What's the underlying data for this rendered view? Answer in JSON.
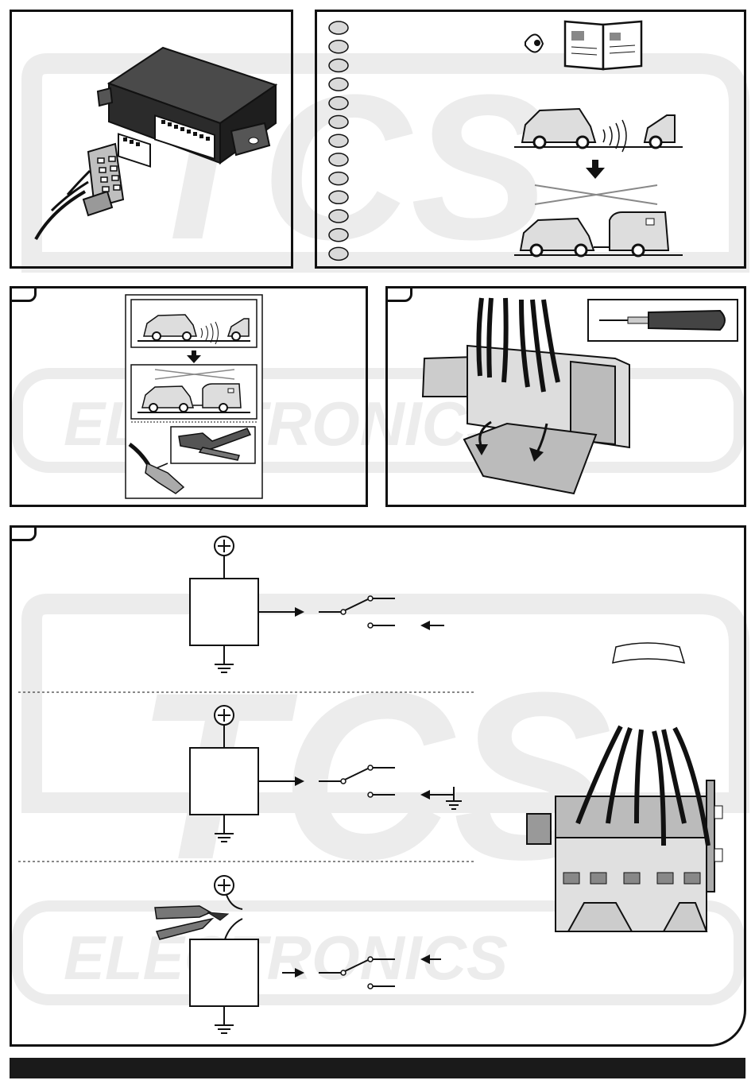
{
  "watermark": {
    "logo": "TCS",
    "brand_text": "ELECTRONICS"
  },
  "colors": {
    "ink": "#111111",
    "watermark_gray": "#ececec",
    "oval_fill": "#d9d9d9",
    "device_dark": "#2b2b2b",
    "connector_gray": "#bfbfbf"
  },
  "panel_top_left": {
    "icons": [
      "control-module",
      "wiring-connector"
    ]
  },
  "panel_top_right": {
    "oval_count": 13,
    "icons": [
      "eye-icon",
      "manual-book-icon",
      "car-parking-sensor-icon",
      "down-arrow-icon",
      "car-with-caravan-icon"
    ]
  },
  "panel_mid_left": {
    "icons": [
      "car-parking-sensor-icon",
      "down-arrow-icon",
      "car-with-caravan-icon",
      "crimping-pliers-icon",
      "wire-terminal-icon"
    ]
  },
  "panel_mid_right": {
    "icons": [
      "connector-housing",
      "screwdriver-icon",
      "insertion-arrow-icon"
    ]
  },
  "panel_bottom": {
    "diagrams": [
      {
        "supply": "+",
        "ground": true,
        "switch_input_grounded": false,
        "wire_cut": false
      },
      {
        "supply": "+",
        "ground": true,
        "switch_input_grounded": true,
        "wire_cut": false
      },
      {
        "supply": "+",
        "ground": true,
        "switch_input_grounded": false,
        "wire_cut": true
      }
    ],
    "icons": [
      "wire-cutter-icon",
      "relay-connector-icon"
    ]
  }
}
